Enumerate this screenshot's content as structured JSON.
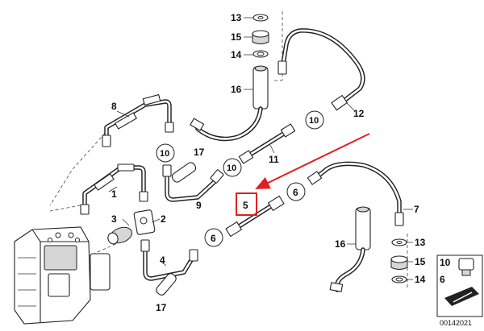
{
  "callouts": {
    "c13a": "13",
    "c15a": "15",
    "c14a": "14",
    "c16a": "16",
    "c12": "12",
    "c8": "8",
    "c10a": "10",
    "c10b": "10",
    "c10c": "10",
    "c11": "11",
    "c17a": "17",
    "c9": "9",
    "c1": "1",
    "c3": "3",
    "c2": "2",
    "c6a": "6",
    "c6b": "6",
    "c5": "5",
    "c7": "7",
    "c4": "4",
    "c17b": "17",
    "c16b": "16",
    "c13b": "13",
    "c15b": "15",
    "c14b": "14"
  },
  "legend": {
    "item1": "10",
    "item2": "6"
  },
  "figure_number": "00142021",
  "highlight": {
    "label": "5",
    "color": "#e02020"
  }
}
